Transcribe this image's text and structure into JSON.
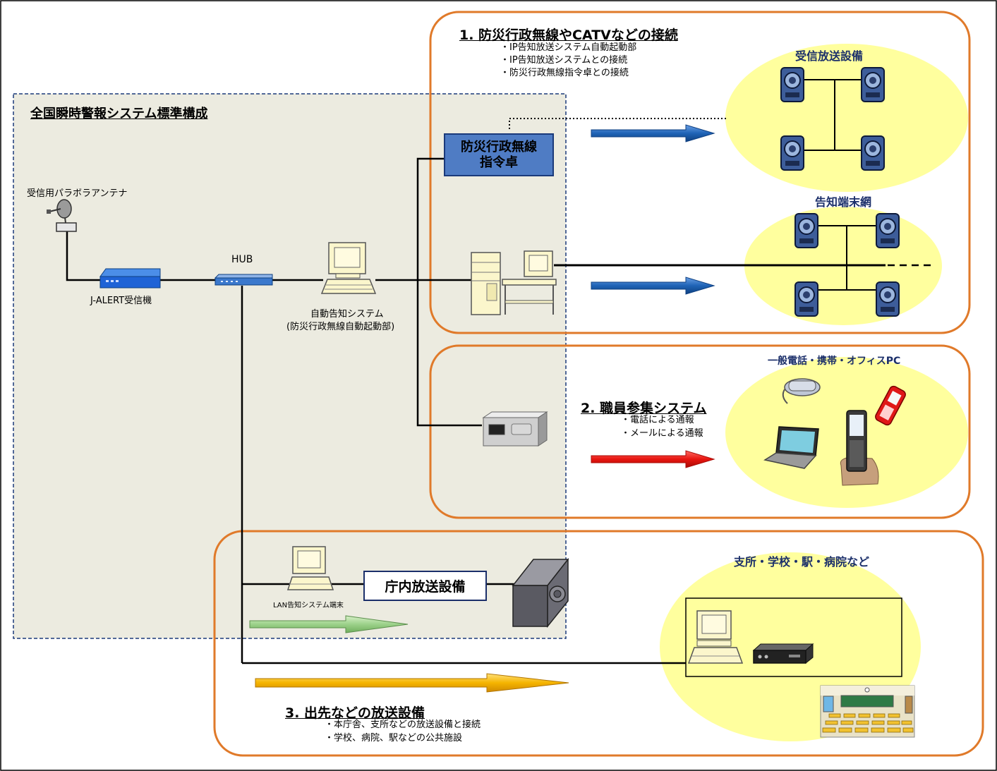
{
  "sections": {
    "standard": {
      "title": "全国瞬時警報システム標準構成"
    },
    "s1": {
      "title": "1. 防災行政無線やCATVなどの接続",
      "bullets": [
        "・IP告知放送システム自動起動部",
        "・IP告知放送システムとの接続",
        "・防災行政無線指令卓との接続"
      ]
    },
    "s2": {
      "title": "2. 職員参集システム",
      "bullets": [
        "・電話による通報",
        "・メールによる通報"
      ]
    },
    "s3": {
      "title": "3. 出先などの放送設備",
      "bullets": [
        "・本庁舎、支所などの放送設備と接続",
        "・学校、病院、駅などの公共施設"
      ]
    }
  },
  "devices": {
    "antenna": "受信用パラボラアンテナ",
    "jalert": "J-ALERT受信機",
    "hub": "HUB",
    "auto_system": "自動告知システム",
    "auto_system_sub": "(防災行政無線自動起動部)",
    "console_line1": "防災行政無線",
    "console_line2": "指令卓",
    "lan_terminal": "LAN告知システム端末",
    "broadcast": "庁内放送設備"
  },
  "clouds": {
    "receiving": "受信放送設備",
    "terminal_net": "告知端末網",
    "phones": "一般電話・携帯・オフィスPC",
    "facilities": "支所・学校・駅・病院など"
  },
  "colors": {
    "orange": "#e07a2a",
    "cream": "#ffff9e",
    "panel": "#ecebe0",
    "blue_arrow": "#1f63b6",
    "red_arrow": "#e8150f",
    "green_arrow": "#9cd18a",
    "gold_arrow": "#f5b400",
    "console_fill": "#4f7cc4"
  }
}
